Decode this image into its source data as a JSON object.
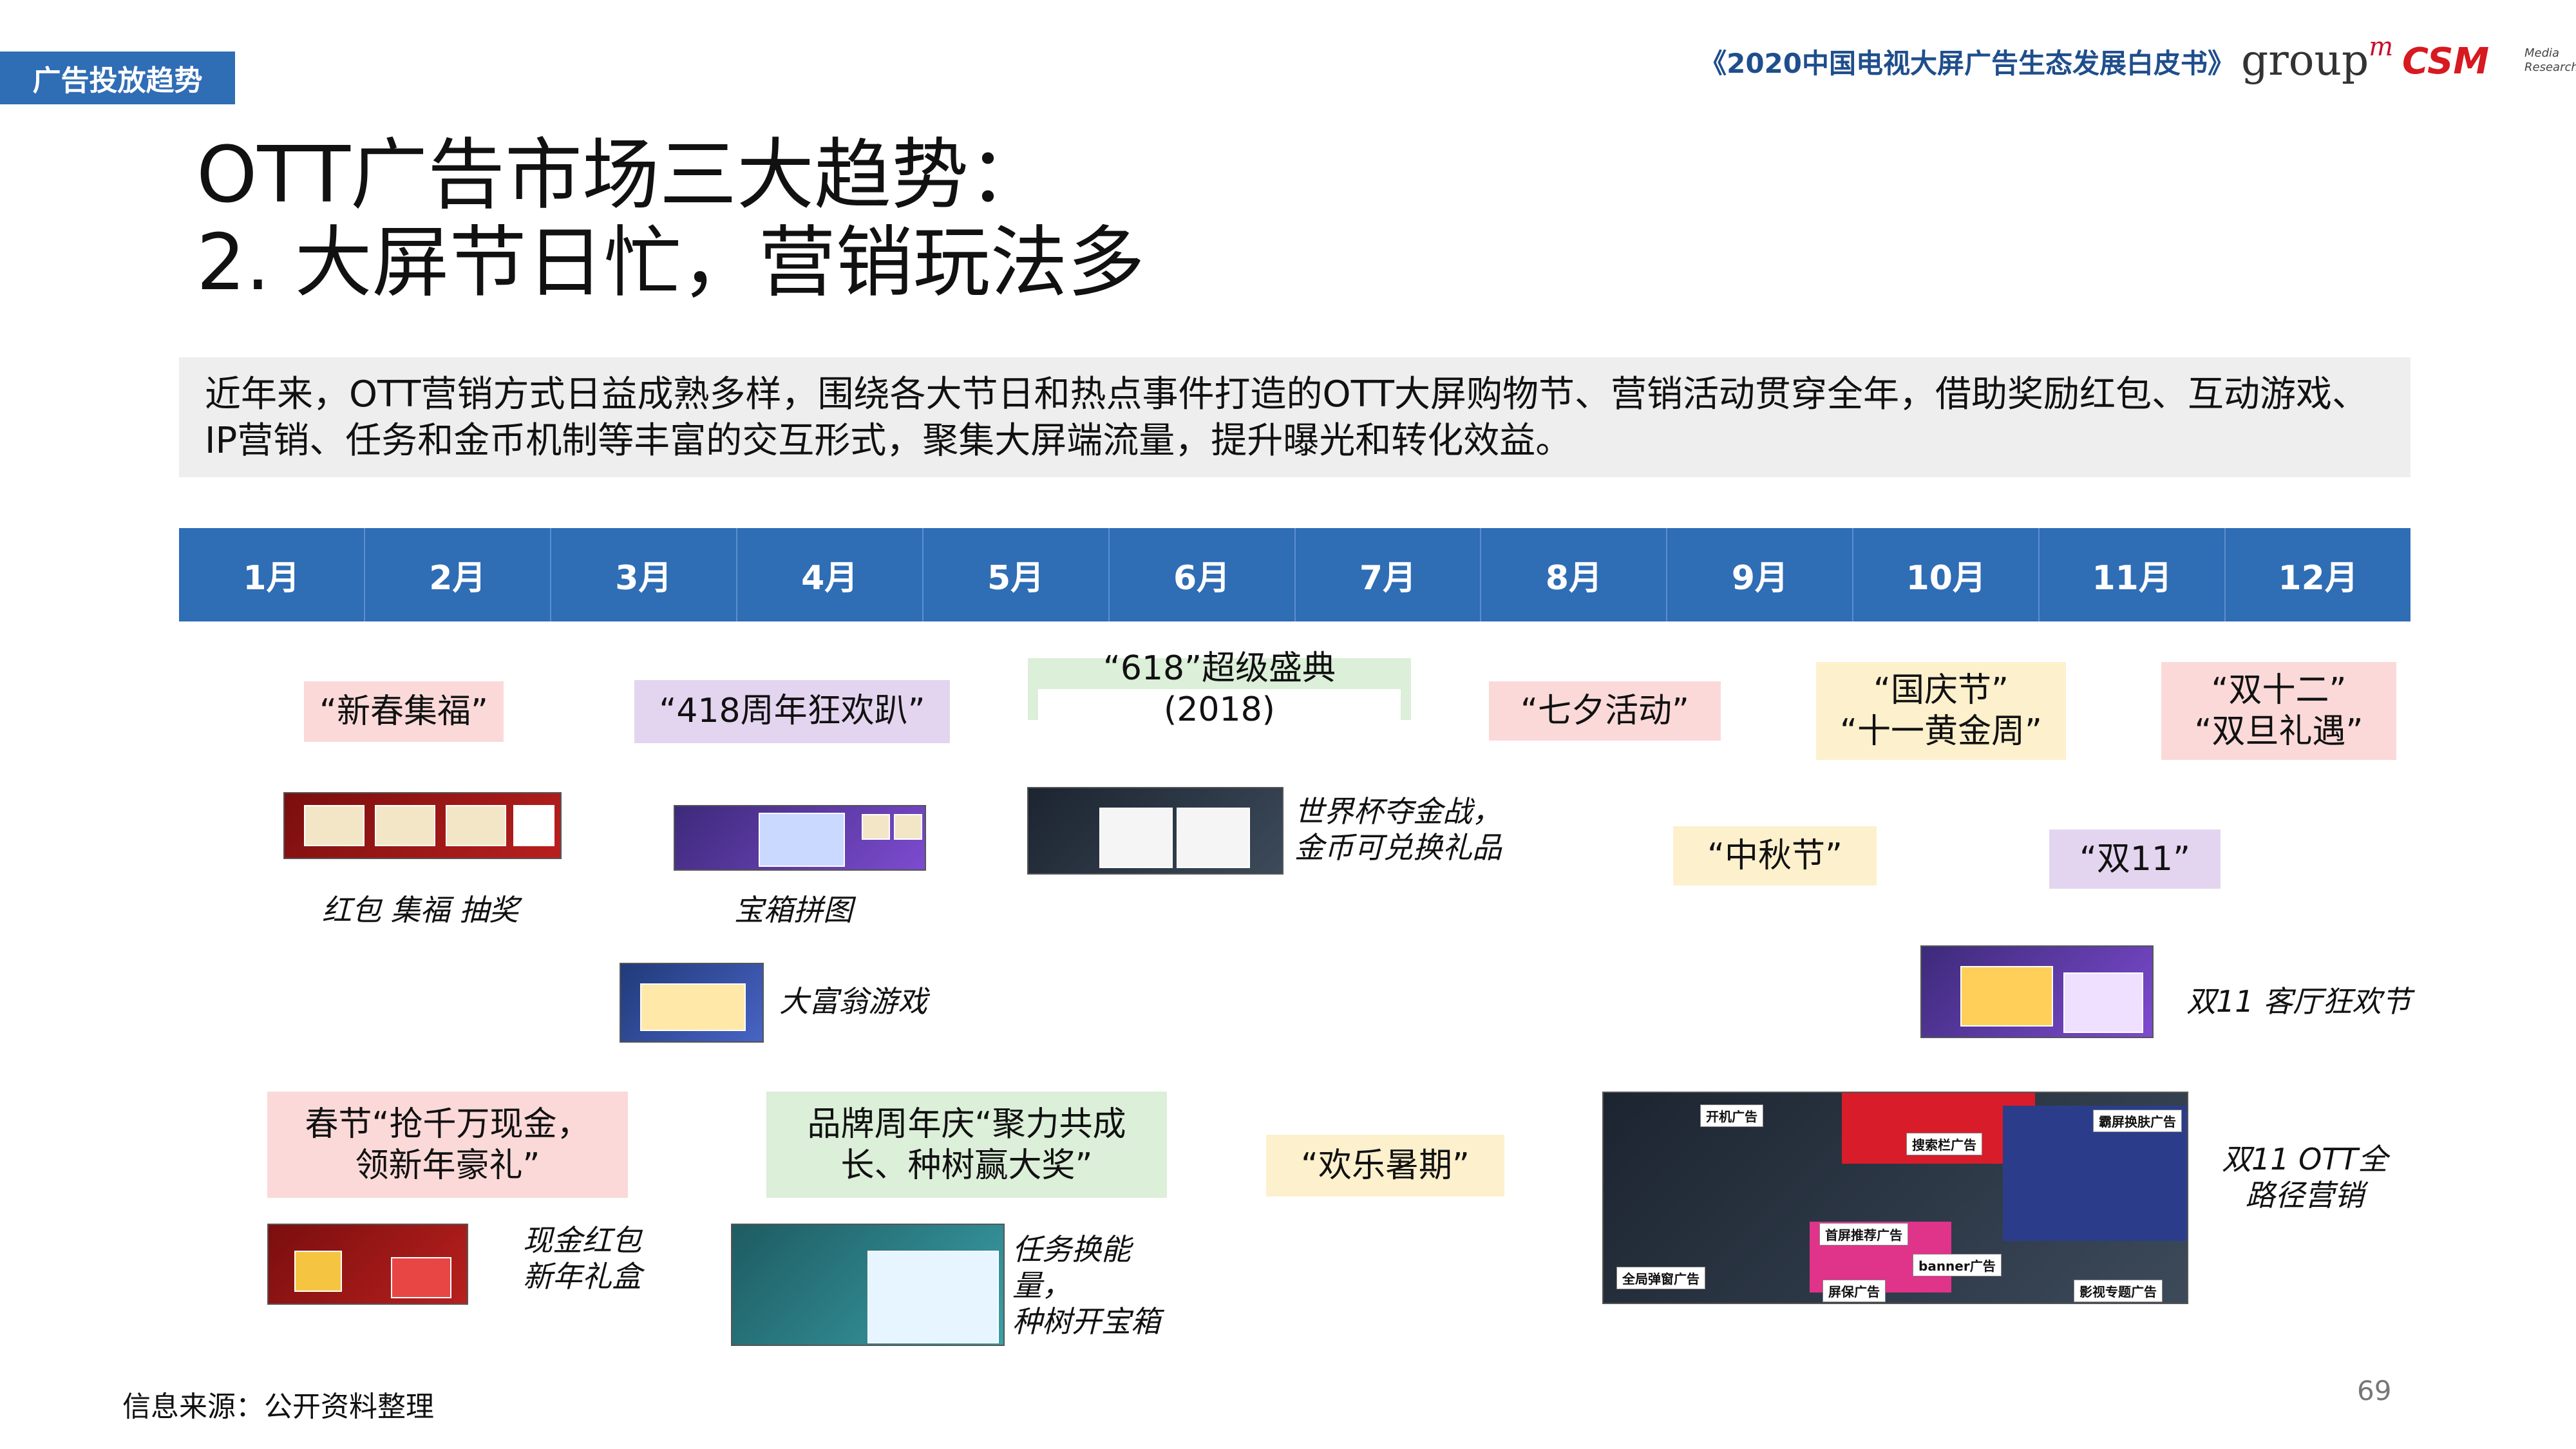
{
  "header": {
    "section_tag": "广告投放趋势",
    "report_title": "《2020中国电视大屏广告生态发展白皮书》",
    "logo_groupm": "group",
    "logo_groupm_sup": "m",
    "logo_csm": "CSM",
    "logo_csm_sub_1": "Media",
    "logo_csm_sub_2": "Research"
  },
  "title_line1": "OTT广告市场三大趋势：",
  "title_line2": "2. 大屏节日忙，营销玩法多",
  "intro": "近年来，OTT营销方式日益成熟多样，围绕各大节日和热点事件打造的OTT大屏购物节、营销活动贯穿全年，借助奖励红包、互动游戏、IP营销、任务和金币机制等丰富的交互形式，聚集大屏端流量，提升曝光和转化效益。",
  "months": [
    "1月",
    "2月",
    "3月",
    "4月",
    "5月",
    "6月",
    "7月",
    "8月",
    "9月",
    "10月",
    "11月",
    "12月"
  ],
  "events": {
    "xinchun": "“新春集福”",
    "z418": "“418周年狂欢趴”",
    "z618_line1": "“618”超级盛典",
    "z618_line2": "(2018)",
    "qixi": "“七夕活动”",
    "guoqing_line1": "“国庆节”",
    "guoqing_line2": "“十一黄金周”",
    "shuang12_line1": "“双十二”",
    "shuang12_line2": "“双旦礼遇”",
    "zhongqiu": "“中秋节”",
    "shuang11": "“双11”",
    "chunjie_line1": "春节“抢千万现金，",
    "chunjie_line2": "领新年豪礼”",
    "pinpai_line1": "品牌周年庆“聚力共成",
    "pinpai_line2": "长、种树赢大奖”",
    "shuqi": "“欢乐暑期”"
  },
  "captions": {
    "hongbao": "红包 集福 抽奖",
    "baoxiang": "宝箱拼图",
    "shijiebei_line1": "世界杯夺金战，",
    "shijiebei_line2": "金币可兑换礼品",
    "dafuweng": "大富翁游戏",
    "s11_keting": "双11 客厅狂欢节",
    "xianjin_line1": "现金红包",
    "xianjin_line2": "新年礼盒",
    "renwu_line1": "任务换能",
    "renwu_line2": "量，",
    "renwu_line3": "种树开宝箱",
    "s11_ott_line1": "双11 OTT全",
    "s11_ott_line2": "路径营销"
  },
  "ott_labels": [
    "开机广告",
    "搜索栏广告",
    "霸屏换肤广告",
    "首屏推荐广告",
    "全局弹窗广告",
    "屏保广告",
    "banner广告",
    "影视专题广告"
  ],
  "footer": {
    "source": "信息来源：公开资料整理",
    "page_number": "69"
  }
}
